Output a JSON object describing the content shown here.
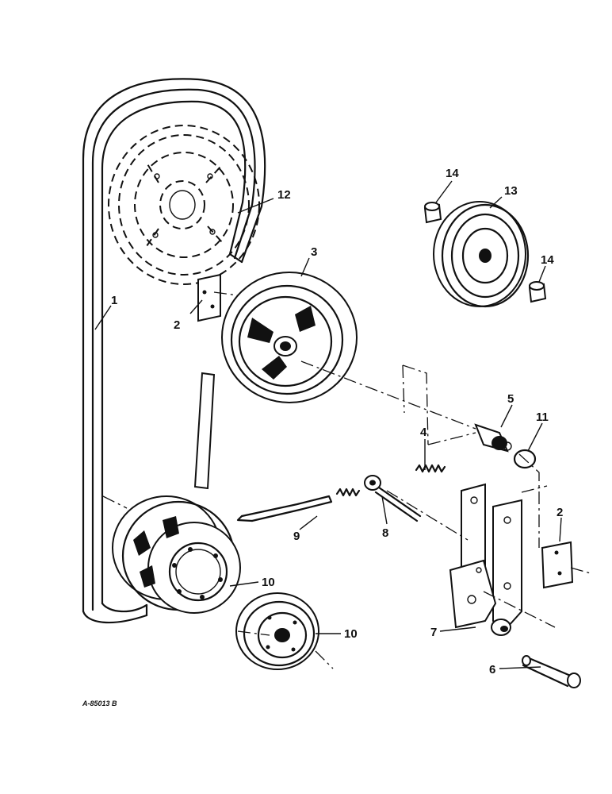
{
  "diagram": {
    "doc_id": "A-85013 B",
    "parts": [
      {
        "id": "part-1",
        "label": "1"
      },
      {
        "id": "part-2a",
        "label": "2"
      },
      {
        "id": "part-2b",
        "label": "2"
      },
      {
        "id": "part-3",
        "label": "3"
      },
      {
        "id": "part-4",
        "label": "4"
      },
      {
        "id": "part-5",
        "label": "5"
      },
      {
        "id": "part-6",
        "label": "6"
      },
      {
        "id": "part-7",
        "label": "7"
      },
      {
        "id": "part-8",
        "label": "8"
      },
      {
        "id": "part-9",
        "label": "9"
      },
      {
        "id": "part-10a",
        "label": "10"
      },
      {
        "id": "part-10b",
        "label": "10"
      },
      {
        "id": "part-11",
        "label": "11"
      },
      {
        "id": "part-12",
        "label": "12"
      },
      {
        "id": "part-13",
        "label": "13"
      },
      {
        "id": "part-14a",
        "label": "14"
      },
      {
        "id": "part-14b",
        "label": "14"
      }
    ]
  }
}
